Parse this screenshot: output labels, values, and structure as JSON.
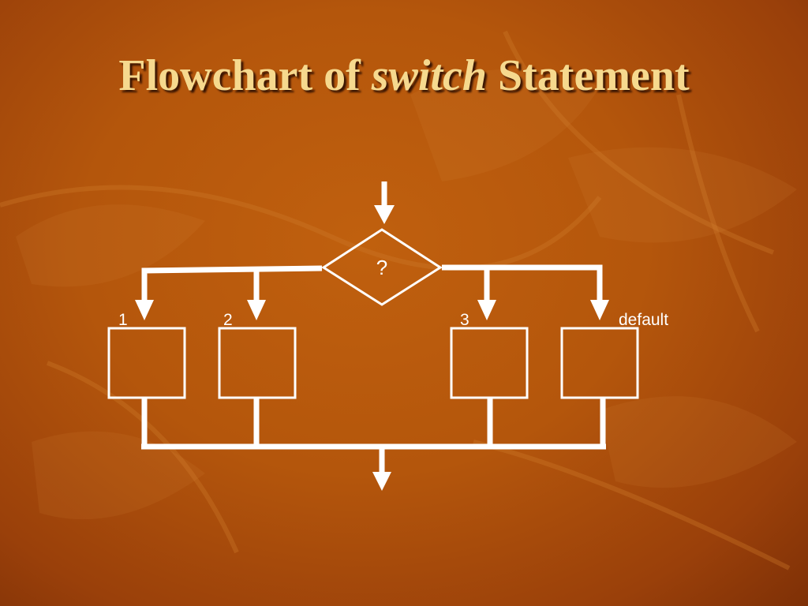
{
  "slide": {
    "title_prefix": "Flowchart of ",
    "title_keyword": "switch",
    "title_suffix": " Statement"
  },
  "diagram": {
    "decision_label": "?",
    "cases": [
      {
        "label": "1"
      },
      {
        "label": "2"
      },
      {
        "label": "3"
      },
      {
        "label": "default"
      }
    ]
  },
  "colors": {
    "background": "#b4560c",
    "title": "#f6d98e",
    "lines": "#ffffff"
  }
}
